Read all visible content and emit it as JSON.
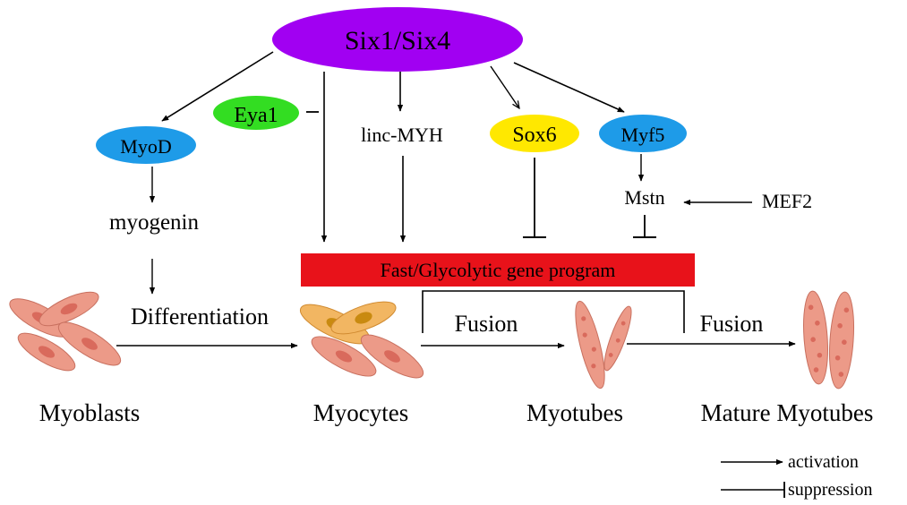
{
  "colors": {
    "six": "#a100f2",
    "eya": "#33dd22",
    "blue": "#1e9be8",
    "sox": "#ffe800",
    "program": "#e8121a",
    "cell": "#ec9a88",
    "cell_dark": "#d96a5c",
    "myocyte_orange": "#f2b662",
    "nucleus_orange": "#c98a10"
  },
  "nodes": {
    "six": "Six1/Six4",
    "eya": "Eya1",
    "myod": "MyoD",
    "sox6": "Sox6",
    "myf5": "Myf5",
    "linc": "linc-MYH",
    "myogenin": "myogenin",
    "mstn": "Mstn",
    "mef2": "MEF2",
    "program": "Fast/Glycolytic gene program"
  },
  "process": {
    "differentiation": "Differentiation",
    "fusion1": "Fusion",
    "fusion2": "Fusion"
  },
  "stages": {
    "myoblasts": "Myoblasts",
    "myocytes": "Myocytes",
    "myotubes": "Myotubes",
    "mature": "Mature Myotubes"
  },
  "legend": {
    "activation": "activation",
    "suppression": "suppression"
  },
  "icons": {
    "myoblast": "myoblast-cell-icon",
    "myocyte": "myocyte-cell-icon",
    "myotube": "myotube-icon",
    "mature": "mature-myotube-icon"
  }
}
